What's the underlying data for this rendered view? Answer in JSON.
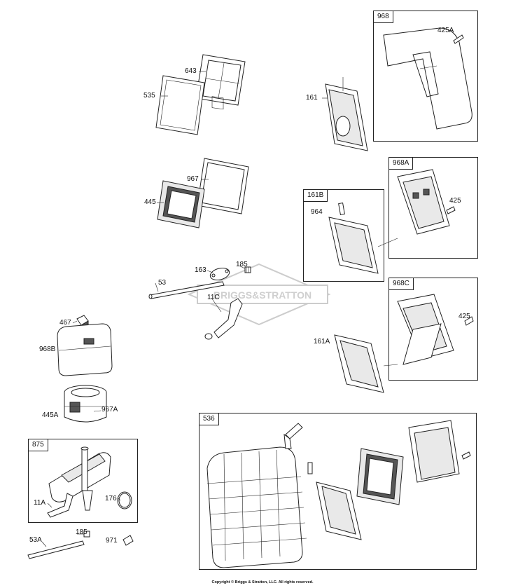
{
  "labels": {
    "643": "643",
    "535": "535",
    "967": "967",
    "445": "445",
    "163": "163",
    "185": "185",
    "53": "53",
    "11C": "11C",
    "467": "467",
    "968B": "968B",
    "445A": "445A",
    "967A": "967A",
    "11A": "11A",
    "176": "176",
    "185b": "185",
    "971": "971",
    "53A": "53A",
    "161": "161",
    "425A": "425A",
    "425a": "425",
    "964": "964",
    "161A": "161A",
    "425b": "425"
  },
  "boxes": {
    "968": "968",
    "968A": "968A",
    "161B": "161B",
    "968C": "968C",
    "875": "875",
    "536": "536"
  },
  "watermark": "BRIGGS&STRATTON",
  "copyright": "Copyright © Briggs & Stratton, LLC. All rights reserved."
}
